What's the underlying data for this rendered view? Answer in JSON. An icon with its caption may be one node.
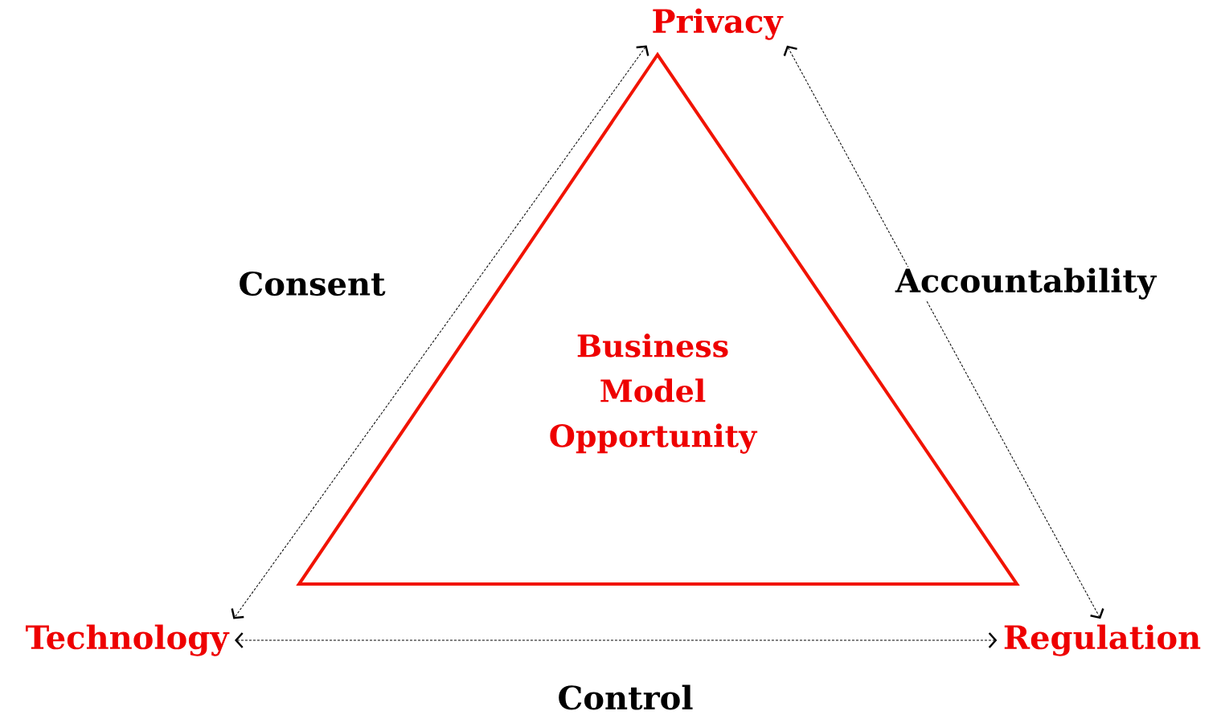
{
  "diagram": {
    "nodes": [
      {
        "text": [
          "Privacy"
        ]
      },
      {
        "text": [
          "Technology"
        ]
      },
      {
        "text": [
          "Regulation"
        ]
      },
      {
        "text": [
          "Business Model Opportunity"
        ]
      }
    ],
    "edges": [
      {
        "from": 0,
        "to": 1,
        "arrow": "both",
        "style": "dashed",
        "label": "Consent"
      },
      {
        "from": 0,
        "to": 2,
        "arrow": "both",
        "style": "dashed",
        "label": "Accountability"
      },
      {
        "from": 1,
        "to": 2,
        "arrow": "both",
        "style": "dashed",
        "label": "Control"
      }
    ]
  }
}
